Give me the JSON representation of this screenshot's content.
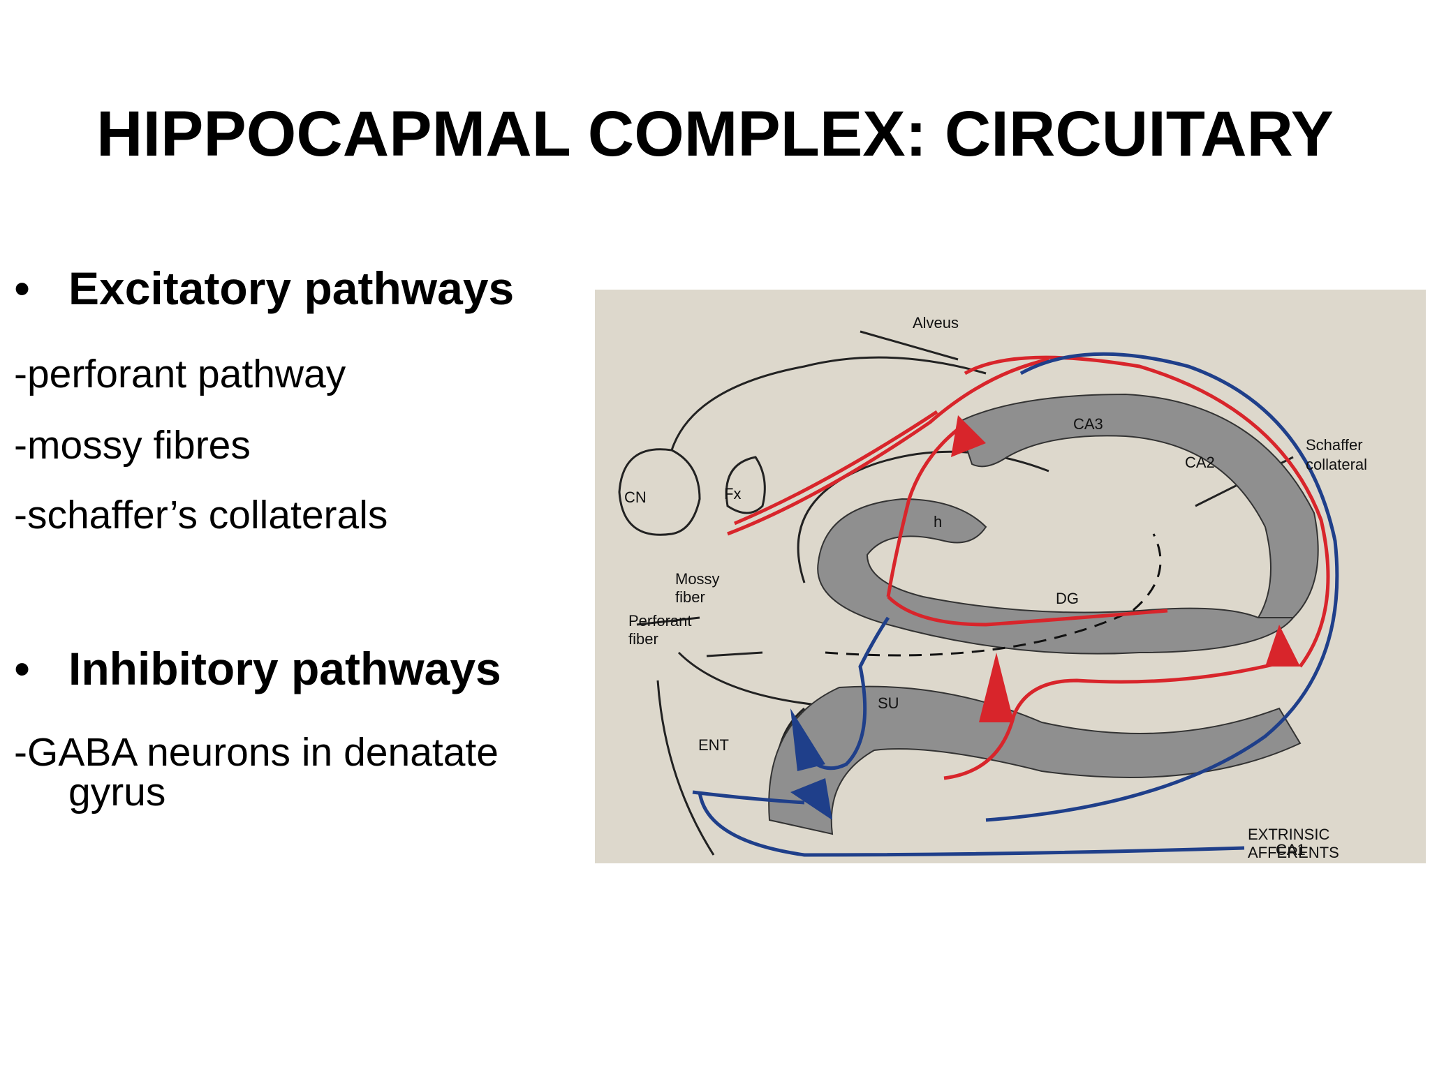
{
  "slide": {
    "title": "HIPPOCAPMAL COMPLEX: CIRCUITARY",
    "bullet_char": "•",
    "sections": [
      {
        "heading": "Excitatory pathways",
        "items": [
          "-perforant pathway",
          "-mossy fibres",
          "-schaffer’s collaterals"
        ]
      },
      {
        "heading": "Inhibitory pathways",
        "items": [
          "-GABA neurons in denatate",
          "gyrus"
        ]
      }
    ]
  },
  "figure": {
    "labels": {
      "alveus": "Alveus",
      "ca3": "CA3",
      "ca2": "CA2",
      "ca1": "CA1",
      "schaffer_1": "Schaffer",
      "schaffer_2": "collateral",
      "cn": "CN",
      "fx": "Fx",
      "h": "h",
      "mossy_1": "Mossy",
      "mossy_2": "fiber",
      "perforant_1": "Perforant",
      "perforant_2": "fiber",
      "dg": "DG",
      "su": "SU",
      "ent": "ENT",
      "extrinsic_1": "EXTRINSIC",
      "extrinsic_2": "AFFERENTS"
    },
    "colors": {
      "excitatory": "#d8252b",
      "inhibitory": "#1f3f8a",
      "tissue": "#8f8f8f",
      "background": "#ddd8cc"
    }
  }
}
